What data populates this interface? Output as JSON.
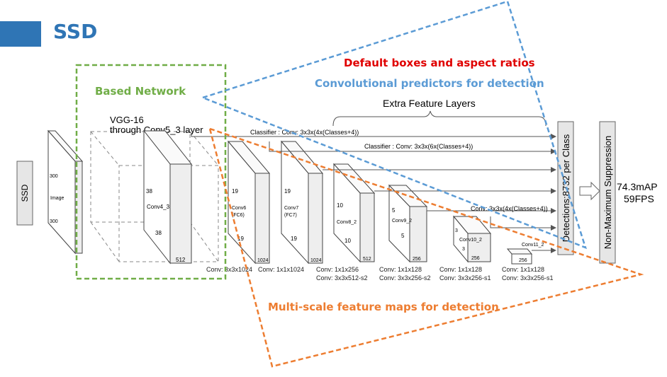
{
  "title": "SSD",
  "callouts": {
    "default_boxes": "Default boxes and aspect ratios",
    "conv_predictors": "Convolutional predictors for detection",
    "based_network": "Based Network",
    "multiscale": "Multi-scale feature maps for detection"
  },
  "colors": {
    "title": "#2f75b5",
    "default_boxes": "#e00000",
    "conv_predictors": "#5b9bd5",
    "based_network": "#70ad47",
    "multiscale": "#ed7d31"
  },
  "diagram": {
    "ssd_label": "SSD",
    "extra_feature_layers": "Extra Feature Layers",
    "vgg_line1": "VGG-16",
    "vgg_line2": "through Conv5_3 layer",
    "classifier1": "Classifier : Conv: 3x3x(4x(Classes+4))",
    "classifier2": "Classifier : Conv: 3x3x(6x(Classes+4))",
    "classifier3": "Conv: 3x3x(4x(Classes+4))",
    "detections": "Detections:8732  per Class",
    "nms": "Non-Maximum Suppression",
    "map": "74.3mAP",
    "fps": "59FPS",
    "image": {
      "label": "Image",
      "h": "300",
      "w": "300"
    },
    "conv4_3": {
      "label": "Conv4_3",
      "h": "38",
      "w": "38",
      "c": "512"
    },
    "conv6": {
      "label1": "Conv6",
      "label2": "(FC6)",
      "h": "19",
      "w": "19",
      "c": "1024"
    },
    "conv7": {
      "label1": "Conv7",
      "label2": "(FC7)",
      "h": "19",
      "w": "19",
      "c": "1024"
    },
    "conv8": {
      "label": "Conv8_2",
      "h": "10",
      "w": "10",
      "c": "512"
    },
    "conv9": {
      "label": "Conv9_2",
      "h": "5",
      "w": "5",
      "c": "256"
    },
    "conv10": {
      "label": "Conv10_2",
      "h": "3",
      "w": "3",
      "c": "256"
    },
    "conv11": {
      "label": "Conv11_2",
      "c": "256"
    },
    "ops": {
      "op1": "Conv: 3x3x1024",
      "op2": "Conv: 1x1x1024",
      "op3a": "Conv: 1x1x256",
      "op3b": "Conv:  3x3x512-s2",
      "op4a": "Conv: 1x1x128",
      "op4b": "Conv: 3x3x256-s2",
      "op5a": "Conv: 1x1x128",
      "op5b": "Conv: 3x3x256-s1",
      "op6a": "Conv: 1x1x128",
      "op6b": "Conv: 3x3x256-s1"
    }
  }
}
